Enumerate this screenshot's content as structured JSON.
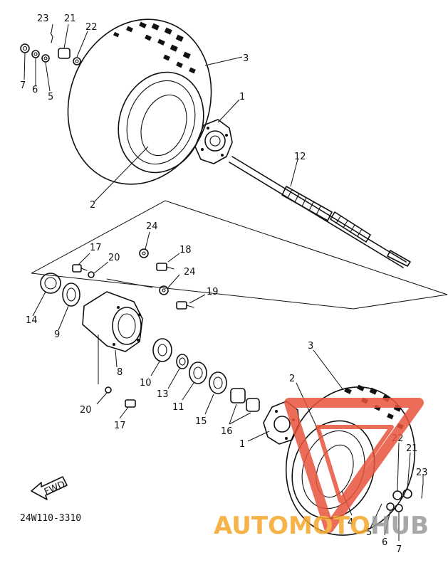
{
  "diagram": {
    "part_code": "24W110-3310",
    "fwd_label": "FWD",
    "callouts": {
      "n1a": "1",
      "n2a": "2",
      "n3a": "3",
      "n5a": "5",
      "n6a": "6",
      "n7a": "7",
      "n21a": "21",
      "n22a": "22",
      "n23a": "23",
      "n12": "12",
      "n24a": "24",
      "n17a": "17",
      "n20a": "20",
      "n18": "18",
      "n24b": "24",
      "n19": "19",
      "n14": "14",
      "n9": "9",
      "n8": "8",
      "n10": "10",
      "n13": "13",
      "n11": "11",
      "n15": "15",
      "n16": "16",
      "n20b": "20",
      "n17b": "17",
      "n3b": "3",
      "n2b": "2",
      "n1b": "1",
      "n22b": "22",
      "n21b": "21",
      "n23b": "23",
      "n4": "4",
      "n5b": "5",
      "n6b": "6",
      "n7b": "7"
    }
  },
  "watermark": {
    "text_red": "AUTOMOTO",
    "text_gray": "HUB",
    "color_red": "#e8533b",
    "color_orange": "#f4a62a",
    "color_gray": "#9a9a9a"
  }
}
